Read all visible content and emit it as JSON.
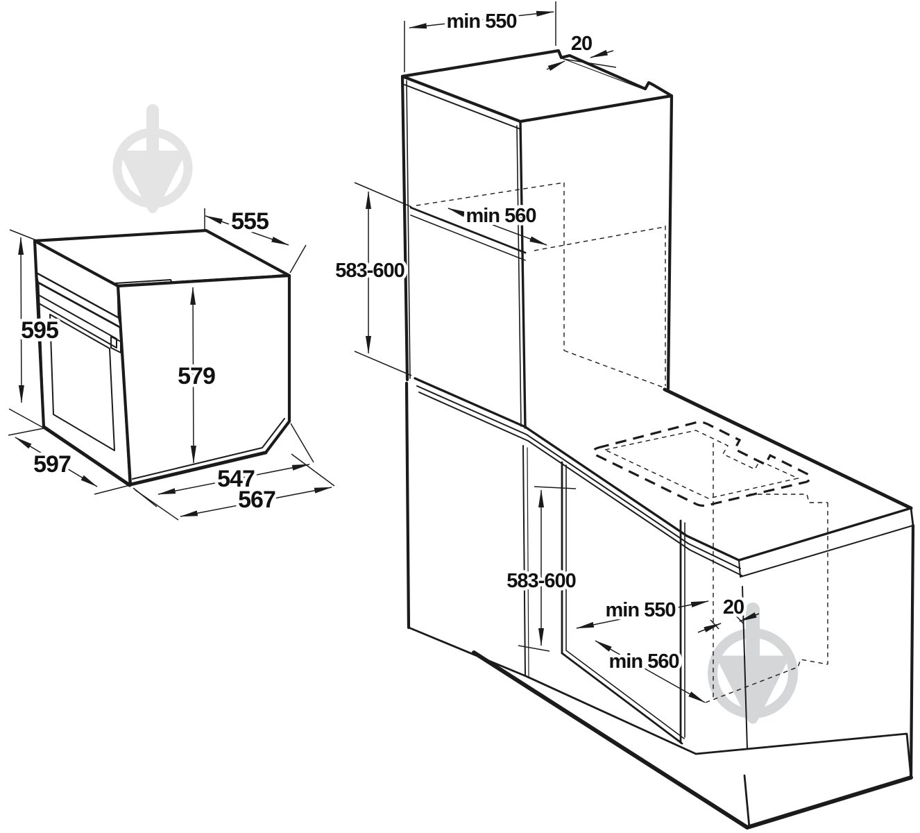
{
  "diagram": {
    "type": "built-in oven installation drawing",
    "oven": {
      "height": "595",
      "top_depth": "555",
      "body_height": "579",
      "front_width": "597",
      "bottom_depth": "547",
      "bottom_depth_total": "567"
    },
    "tall_cabinet": {
      "top_depth": "min 550",
      "rear_vent_gap": "20",
      "niche_depth": "min 560",
      "niche_height": "583-600"
    },
    "base_cabinet": {
      "niche_height": "583-600",
      "niche_depth": "min 550",
      "rear_vent_gap": "20",
      "niche_width": "min 560"
    }
  },
  "colors": {
    "line": "#1b1b1b",
    "oven_panel": "#99a0a6",
    "oven_door": "#b9bec1",
    "oven_window": "#a3a9ae",
    "oven_handle": "#ffffff",
    "watermark_top": "#e4e4e5",
    "watermark_bottom": "#d5d6d7"
  }
}
